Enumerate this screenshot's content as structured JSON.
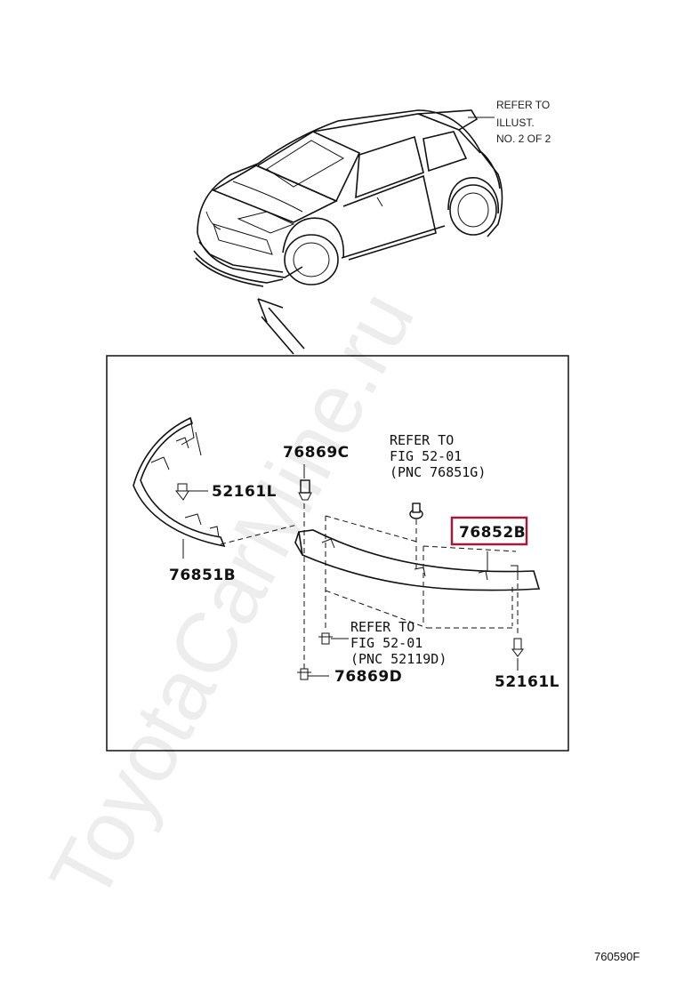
{
  "car_callout": [
    "REFER TO",
    "ILLUST.",
    "NO. 2 OF 2"
  ],
  "parts": {
    "p_76869C": "76869C",
    "p_52161L_top": "52161L",
    "p_76851B": "76851B",
    "p_76852B": "76852B",
    "p_52161L_bottom": "52161L",
    "p_76869D": "76869D"
  },
  "refer_top": [
    "REFER TO",
    "FIG 52-01",
    "(PNC 76851G)"
  ],
  "refer_bottom": [
    "REFER TO",
    "FIG 52-01",
    "(PNC 52119D)"
  ],
  "highlight_color": "#a01a3c",
  "illustration_number": "760590F",
  "watermark": "ToyotaCarMine.ru"
}
